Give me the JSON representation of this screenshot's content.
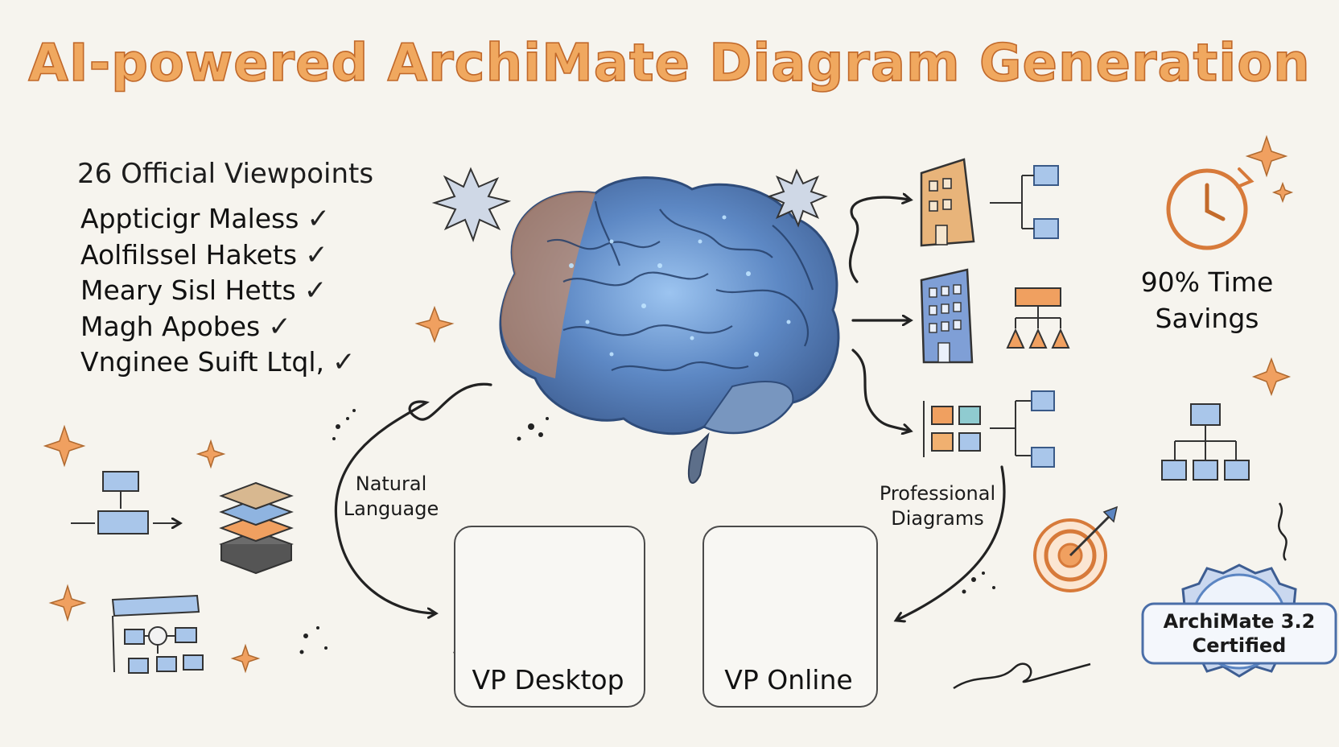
{
  "title": "AI-powered ArchiMate Diagram Generation",
  "viewpoints": {
    "heading": "26 Official Viewpoints",
    "items": [
      "Appticigr Maless",
      "Aolfilssel Hakets",
      "Meary Sisl Hetts",
      "Magh Apobes",
      "Vnginee Suift Ltql,"
    ],
    "check_glyph": "✓"
  },
  "labels": {
    "natural_language_line1": "Natural",
    "natural_language_line2": "Language",
    "professional_line1": "Professional",
    "professional_line2": "Diagrams"
  },
  "time_savings": {
    "line1": "90% Time",
    "line2": "Savings"
  },
  "products": {
    "desktop": "VP Desktop",
    "online": "VP Online"
  },
  "badge": {
    "line1": "ArchiMate 3.2",
    "line2": "Certified"
  },
  "colors": {
    "title_fill": "#f0a85f",
    "title_stroke": "#c0682a",
    "orange": "#f0a060",
    "blue": "#8fb4e0",
    "brain_blue": "#5b85c2",
    "ink": "#222222"
  },
  "icons": [
    "brain-icon",
    "building-icon",
    "hierarchy-icon",
    "clock-icon",
    "target-icon",
    "laptop-icon",
    "cloud-chat-icon",
    "layers-icon",
    "flowchart-icon",
    "sparkle-icon",
    "starburst-icon",
    "badge-icon"
  ]
}
